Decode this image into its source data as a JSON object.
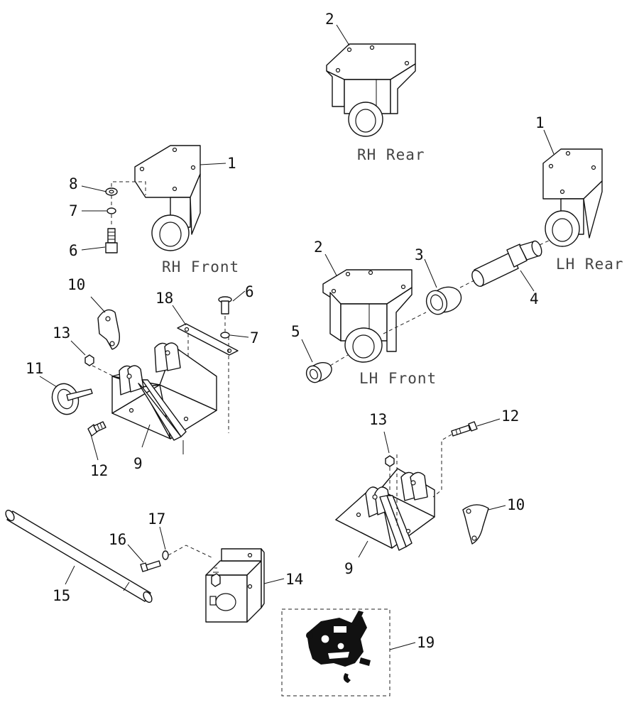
{
  "part_numbers": {
    "n1a": "1",
    "n1b": "1",
    "n2a": "2",
    "n2b": "2",
    "n3": "3",
    "n4": "4",
    "n5": "5",
    "n6a": "6",
    "n6b": "6",
    "n7a": "7",
    "n7b": "7",
    "n8": "8",
    "n9a": "9",
    "n9b": "9",
    "n10a": "10",
    "n10b": "10",
    "n11": "11",
    "n12a": "12",
    "n12b": "12",
    "n13a": "13",
    "n13b": "13",
    "n14": "14",
    "n15": "15",
    "n16": "16",
    "n17": "17",
    "n18": "18",
    "n19": "19"
  },
  "locations": {
    "rh_rear": "RH Rear",
    "rh_front": "RH Front",
    "lh_rear": "LH Rear",
    "lh_front": "LH Front"
  }
}
